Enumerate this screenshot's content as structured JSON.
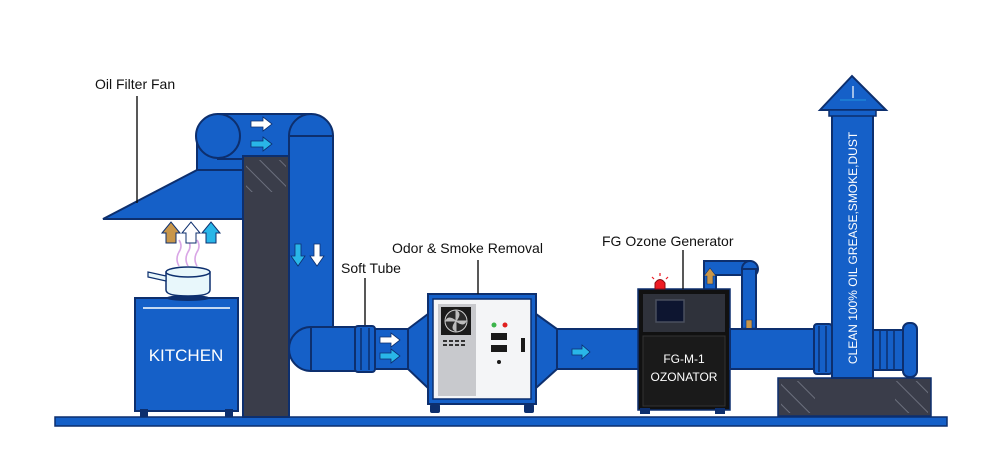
{
  "labels": {
    "oil_filter_fan": "Oil Filter Fan",
    "soft_tube": "Soft Tube",
    "odor_smoke_removal": "Odor & Smoke Removal",
    "fg_ozone_generator": "FG Ozone Generator",
    "kitchen": "KITCHEN",
    "ozonator_model": "FG-M-1",
    "ozonator_name": "OZONATOR",
    "chimney_text": "CLEAN 100% OIL GREASE,SMOKE,DUST"
  },
  "colors": {
    "duct_blue": "#1560c8",
    "duct_dark": "#0d2f6e",
    "cabinet_dark": "#3a3d4a",
    "arrow_cyan": "#29b6e8",
    "arrow_orange": "#c8964a",
    "ozonator_black": "#111111",
    "beacon_red": "#ee1c25"
  },
  "icons": [
    "fan-icon",
    "flow-arrow-icon",
    "steam-icon",
    "pot-icon",
    "alarm-beacon-icon"
  ]
}
